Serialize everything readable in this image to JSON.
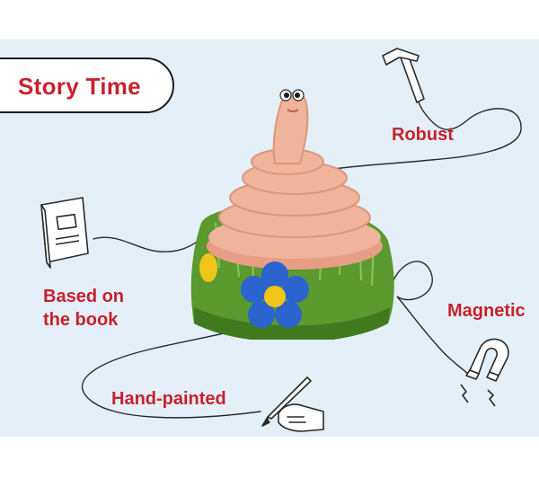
{
  "badge": {
    "text": "Story Time"
  },
  "features": {
    "robust": "Robust",
    "based_line1": "Based on",
    "based_line2": "the book",
    "magnetic": "Magnetic",
    "hand_painted": "Hand-painted"
  },
  "icons": {
    "hammer": "hammer-icon",
    "book": "book-icon",
    "magnet": "magnet-icon",
    "hand": "hand-with-brush-icon",
    "figure": "worm-figure"
  },
  "colors": {
    "background": "#e4eff8",
    "accent_red": "#c6222d",
    "worm_pink": "#f0b49c",
    "grass_green": "#5a9a2e",
    "flower_blue": "#2b63cf",
    "flower_center": "#f2c51a"
  }
}
